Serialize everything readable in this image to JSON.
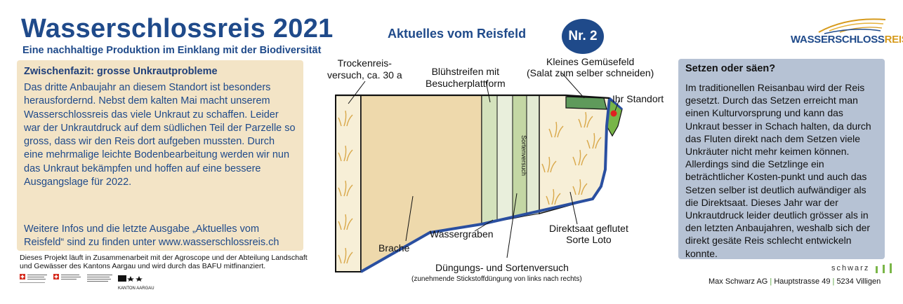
{
  "header": {
    "title": "Wasserschlossreis 2021",
    "subtitle": "Eine nachhaltige Produktion im Einklang mit der Biodiversität",
    "news_label": "Aktuelles vom Reisfeld",
    "issue_badge": "Nr. 2"
  },
  "brand": {
    "logo_text_main": "WASSERSCHLOSS",
    "logo_text_accent": "REIS"
  },
  "left_panel": {
    "heading": "Zwischenfazit: grosse Unkrautprobleme",
    "body": "Das dritte Anbaujahr an diesem Standort ist besonders herausfordernd. Nebst dem kalten Mai macht unserem Wasserschlossreis das viele Unkraut zu schaffen. Leider war der Unkrautdruck auf dem südlichen Teil der Parzelle so gross, dass wir den Reis dort aufgeben mussten. Durch eine mehrmalige leichte Bodenbearbeitung werden wir nun das Unkraut bekämpfen und hoffen auf eine bessere Ausgangslage für 2022.",
    "more_info": "Weitere Infos und die letzte Ausgabe „Aktuelles vom Reisfeld“ sind zu finden unter www.wasserschlossreis.ch"
  },
  "footer": {
    "project_note": "Dieses Projekt läuft in Zusammenarbeit mit der Agroscope und der Abteilung Landschaft und Gewässer des Kantons Aargau und wird durch das BAFU mitfinanziert.",
    "logo_canton": "KANTON AARGAU",
    "company_name": "Max Schwarz AG",
    "company_street": "Hauptstrasse 49",
    "company_city": "5234 Villigen",
    "company_logo_word": "schwarz"
  },
  "right_panel": {
    "heading": "Setzen oder säen?",
    "body": "Im traditionellen Reisanbau wird der Reis gesetzt. Durch das Setzen erreicht man einen Kulturvorsprung und kann das Unkraut besser in Schach halten, da durch das Fluten direkt nach dem Setzen viele Unkräuter nicht mehr keimen können. Allerdings sind die Setzlinge ein beträchtlicher Kosten-punkt und auch das Setzen selber ist deutlich aufwändiger als die Direktsaat. Dieses Jahr war der Unkrautdruck leider deutlich grösser als in den letzten Anbaujahren, weshalb sich der direkt gesäte Reis schlecht entwickeln konnte."
  },
  "diagram": {
    "labels": {
      "trockenreis": "Trockenreis-\nversuch, ca. 30 a",
      "bluehstreifen": "Blühstreifen mit\nBesucherplattform",
      "gemuesefeld": "Kleines Gemüsefeld\n(Salat zum selber schneiden)",
      "standort": "Ihr Standort",
      "sortenversuch_vertical": "Sortenversuch",
      "brache": "Brache",
      "wassergraben": "Wassergraben",
      "direktsaat": "Direktsaat geflutet\nSorte Loto",
      "duengung": "Düngungs- und Sortenversuch",
      "duengung_note": "(zunehmende Stickstoffdüngung von links nach rechts)"
    },
    "colors": {
      "brache": "#eed9ac",
      "rice": "#f7efd7",
      "stripe_light": "#e3ebd3",
      "stripe_mid": "#c4d7a4",
      "garden": "#5f9a5b",
      "standort_area": "#78b548",
      "water": "#2a4fa0",
      "outline": "#111111",
      "standort_dot": "#e02020",
      "grass": "#d9a84a"
    }
  }
}
